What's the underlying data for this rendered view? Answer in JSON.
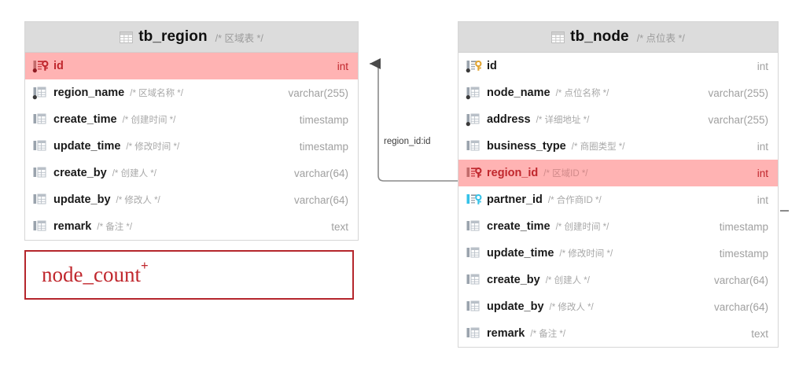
{
  "diagram": {
    "type": "er-diagram",
    "background": "#ffffff",
    "highlight_color": "#ffb3b3",
    "highlight_text_color": "#c0272d",
    "header_bg": "#dcdcdc",
    "annotation_color": "#b5262c"
  },
  "tables": [
    {
      "name": "tb_region",
      "comment": "/* 区域表 */",
      "icon": "table-grid-icon",
      "columns": [
        {
          "name": "id",
          "comment": "",
          "type": "int",
          "icon": "primary-key-icon",
          "highlight": true,
          "not_null": true
        },
        {
          "name": "region_name",
          "comment": "/* 区域名称 */",
          "type": "varchar(255)",
          "icon": "column-icon",
          "highlight": false,
          "not_null": true
        },
        {
          "name": "create_time",
          "comment": "/* 创建时间 */",
          "type": "timestamp",
          "icon": "column-icon",
          "highlight": false,
          "not_null": false
        },
        {
          "name": "update_time",
          "comment": "/* 修改时间 */",
          "type": "timestamp",
          "icon": "column-icon",
          "highlight": false,
          "not_null": false
        },
        {
          "name": "create_by",
          "comment": "/* 创建人 */",
          "type": "varchar(64)",
          "icon": "column-icon",
          "highlight": false,
          "not_null": false
        },
        {
          "name": "update_by",
          "comment": "/* 修改人 */",
          "type": "varchar(64)",
          "icon": "column-icon",
          "highlight": false,
          "not_null": false
        },
        {
          "name": "remark",
          "comment": "/* 备注 */",
          "type": "text",
          "icon": "column-icon",
          "highlight": false,
          "not_null": false
        }
      ]
    },
    {
      "name": "tb_node",
      "comment": "/* 点位表 */",
      "icon": "table-grid-icon",
      "columns": [
        {
          "name": "id",
          "comment": "",
          "type": "int",
          "icon": "primary-key-icon",
          "highlight": false,
          "not_null": true
        },
        {
          "name": "node_name",
          "comment": "/* 点位名称 */",
          "type": "varchar(255)",
          "icon": "column-icon",
          "highlight": false,
          "not_null": true
        },
        {
          "name": "address",
          "comment": "/* 详细地址 */",
          "type": "varchar(255)",
          "icon": "column-icon",
          "highlight": false,
          "not_null": true
        },
        {
          "name": "business_type",
          "comment": "/* 商圈类型 */",
          "type": "int",
          "icon": "column-icon",
          "highlight": false,
          "not_null": false
        },
        {
          "name": "region_id",
          "comment": "/* 区域ID */",
          "type": "int",
          "icon": "foreign-key-icon",
          "highlight": true,
          "not_null": false
        },
        {
          "name": "partner_id",
          "comment": "/* 合作商ID */",
          "type": "int",
          "icon": "foreign-key-blue-icon",
          "highlight": false,
          "not_null": false
        },
        {
          "name": "create_time",
          "comment": "/* 创建时间 */",
          "type": "timestamp",
          "icon": "column-icon",
          "highlight": false,
          "not_null": false
        },
        {
          "name": "update_time",
          "comment": "/* 修改时间 */",
          "type": "timestamp",
          "icon": "column-icon",
          "highlight": false,
          "not_null": false
        },
        {
          "name": "create_by",
          "comment": "/* 创建人 */",
          "type": "varchar(64)",
          "icon": "column-icon",
          "highlight": false,
          "not_null": false
        },
        {
          "name": "update_by",
          "comment": "/* 修改人 */",
          "type": "varchar(64)",
          "icon": "column-icon",
          "highlight": false,
          "not_null": false
        },
        {
          "name": "remark",
          "comment": "/* 备注 */",
          "type": "text",
          "icon": "column-icon",
          "highlight": false,
          "not_null": false
        }
      ]
    }
  ],
  "relations": [
    {
      "label": "region_id:id",
      "from_table": "tb_node",
      "from_column": "region_id",
      "to_table": "tb_region",
      "to_column": "id",
      "arrow": "left"
    }
  ],
  "annotation": {
    "text": "node_count",
    "superscript": "+"
  }
}
